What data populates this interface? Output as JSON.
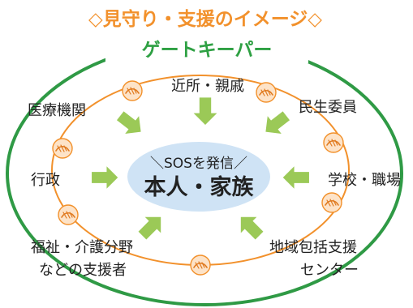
{
  "title": "◇見守り・支援のイメージ◇",
  "subtitle": "ゲートキーパー",
  "center": {
    "callout": "＼SOSを発信／",
    "label": "本人・家族"
  },
  "supporters": {
    "neighbors": "近所・親戚",
    "medical": "医療機関",
    "welfare_commissioner": "民生委員",
    "administration": "行政",
    "school_work": "学校・職場",
    "welfare_line1": "福祉・介護分野",
    "welfare_line2": "などの支援者",
    "center_line1": "地域包括支援",
    "center_line2": "センター"
  },
  "colors": {
    "title": "#f2912c",
    "subtitle": "#2ea043",
    "outer_ring": "#2f9a45",
    "inner_ring": "#f2912c",
    "arrow": "#9bc957",
    "center_fill": "#cfe3f5",
    "handshake": "#f5a25a"
  }
}
